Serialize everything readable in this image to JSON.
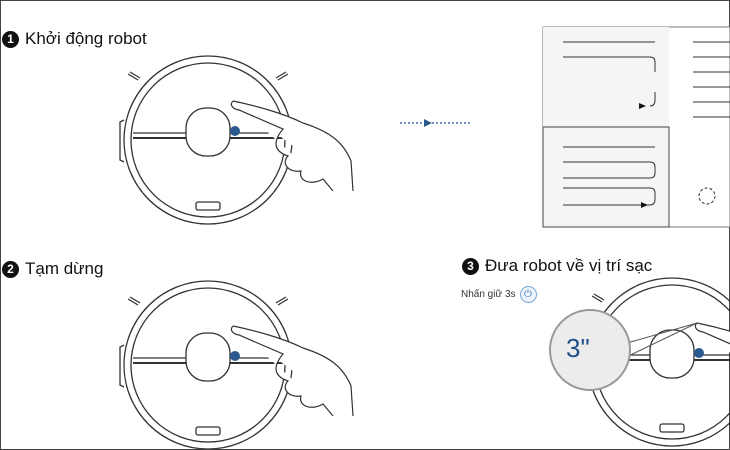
{
  "steps": [
    {
      "number": "1",
      "label": "Khởi động robot"
    },
    {
      "number": "2",
      "label": "Tạm dừng"
    },
    {
      "number": "3",
      "label": "Đưa robot về vị trí sạc"
    }
  ],
  "hold_hint": {
    "text": "Nhấn giữ 3s",
    "icon": "power-icon"
  },
  "magnifier_text": "3\"",
  "colors": {
    "button": "#2b5a8e",
    "arrow": "#3a6ea8",
    "text": "#111111"
  }
}
